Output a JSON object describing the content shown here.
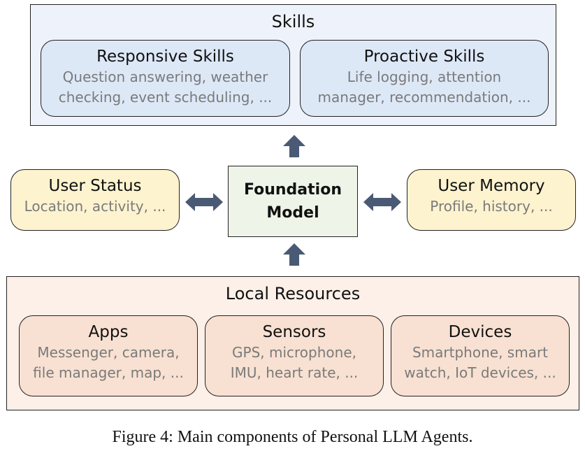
{
  "skills": {
    "title": "Skills",
    "responsive": {
      "title": "Responsive Skills",
      "desc_line1": "Question answering, weather",
      "desc_line2": "checking, event scheduling, ..."
    },
    "proactive": {
      "title": "Proactive Skills",
      "desc_line1": "Life logging, attention",
      "desc_line2": "manager, recommendation, ..."
    }
  },
  "user_status": {
    "title": "User Status",
    "desc": "Location, activity, ..."
  },
  "foundation_model": {
    "line1": "Foundation",
    "line2": "Model"
  },
  "user_memory": {
    "title": "User Memory",
    "desc": "Profile, history, ..."
  },
  "local_resources": {
    "title": "Local Resources",
    "apps": {
      "title": "Apps",
      "desc_line1": "Messenger, camera,",
      "desc_line2": "file manager, map, ..."
    },
    "sensors": {
      "title": "Sensors",
      "desc_line1": "GPS, microphone,",
      "desc_line2": "IMU, heart rate, ..."
    },
    "devices": {
      "title": "Devices",
      "desc_line1": "Smartphone, smart",
      "desc_line2": "watch, IoT devices, ..."
    }
  },
  "caption": "Figure 4: Main components of Personal LLM Agents.",
  "colors": {
    "skills_bg": "#eef3fb",
    "skills_box": "#dde8f7",
    "user_box": "#fef3cf",
    "fm_bg": "#eef5e8",
    "resources_bg": "#fcf0e8",
    "resources_box": "#f8e1d2",
    "arrow": "#4a5a75"
  }
}
